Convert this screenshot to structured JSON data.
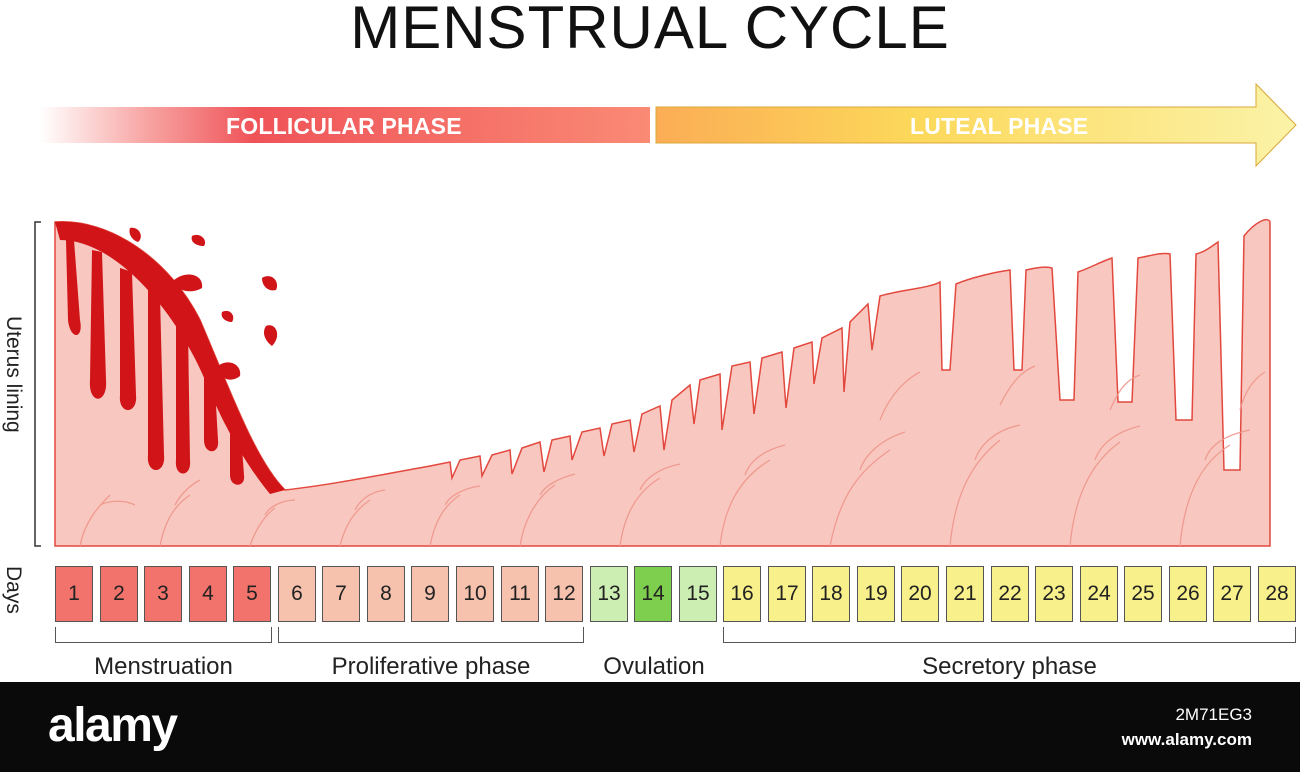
{
  "title": "MENSTRUAL CYCLE",
  "phases": {
    "follicular": "FOLLICULAR PHASE",
    "luteal": "LUTEAL PHASE"
  },
  "axis": {
    "uterus_lining": "Uterus lining",
    "days": "Days"
  },
  "days": [
    {
      "n": "1",
      "color": "#f2736b"
    },
    {
      "n": "2",
      "color": "#f2736b"
    },
    {
      "n": "3",
      "color": "#f2736b"
    },
    {
      "n": "4",
      "color": "#f2736b"
    },
    {
      "n": "5",
      "color": "#f2736b"
    },
    {
      "n": "6",
      "color": "#f6c2ae"
    },
    {
      "n": "7",
      "color": "#f6c2ae"
    },
    {
      "n": "8",
      "color": "#f6c2ae"
    },
    {
      "n": "9",
      "color": "#f6c2ae"
    },
    {
      "n": "10",
      "color": "#f6c2ae"
    },
    {
      "n": "11",
      "color": "#f6c2ae"
    },
    {
      "n": "12",
      "color": "#f6c2ae"
    },
    {
      "n": "13",
      "color": "#cdeeb3"
    },
    {
      "n": "14",
      "color": "#7fcf4e"
    },
    {
      "n": "15",
      "color": "#cdeeb3"
    },
    {
      "n": "16",
      "color": "#f8f08a"
    },
    {
      "n": "17",
      "color": "#f8f08a"
    },
    {
      "n": "18",
      "color": "#f8f08a"
    },
    {
      "n": "19",
      "color": "#f8f08a"
    },
    {
      "n": "20",
      "color": "#f8f08a"
    },
    {
      "n": "21",
      "color": "#f8f08a"
    },
    {
      "n": "22",
      "color": "#f8f08a"
    },
    {
      "n": "23",
      "color": "#f8f08a"
    },
    {
      "n": "24",
      "color": "#f8f08a"
    },
    {
      "n": "25",
      "color": "#f8f08a"
    },
    {
      "n": "26",
      "color": "#f8f08a"
    },
    {
      "n": "27",
      "color": "#f8f08a"
    },
    {
      "n": "28",
      "color": "#f8f08a"
    }
  ],
  "groups": {
    "menstruation": "Menstruation",
    "proliferative": "Proliferative phase",
    "ovulation": "Ovulation",
    "secretory": "Secretory phase"
  },
  "footer": {
    "logo": "alamy",
    "image_id": "2M71EG3",
    "site": "www.alamy.com"
  },
  "colors": {
    "follicular_arrow": "#ef5358",
    "luteal_arrow": "#fbd35e",
    "lining": "#f8c8c0",
    "lining_edge": "#e2483e",
    "blood": "#d01418"
  }
}
